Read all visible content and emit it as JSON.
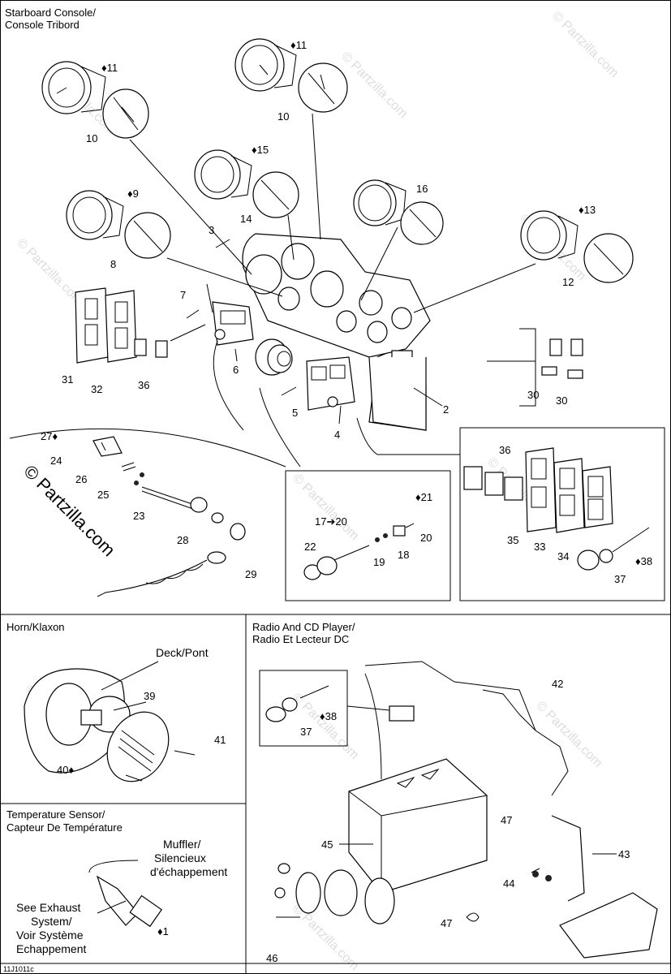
{
  "panels": {
    "starboard_console": [
      "Starboard Console/",
      "Console Tribord"
    ],
    "horn": "Horn/Klaxon",
    "radio": [
      "Radio And CD Player/",
      "Radio Et Lecteur DC"
    ],
    "temperature": [
      "Temperature Sensor/",
      "Capteur De Température"
    ]
  },
  "annotations": {
    "deck": "Deck/Pont",
    "muffler": [
      "Muffler/",
      "Silencieux",
      "d'échappement"
    ],
    "exhaust": [
      "See Exhaust",
      "System/",
      "Voir Système",
      "Echappement"
    ]
  },
  "watermark": "© Partzilla.com",
  "diagram_code": "11J1011c",
  "callouts": [
    {
      "id": "c10a",
      "text": "10"
    },
    {
      "id": "c11a",
      "text": "11"
    },
    {
      "id": "c10b",
      "text": "10"
    },
    {
      "id": "c11b",
      "text": "11"
    },
    {
      "id": "c15",
      "text": "15"
    },
    {
      "id": "c14",
      "text": "14"
    },
    {
      "id": "c9",
      "text": "9"
    },
    {
      "id": "c8",
      "text": "8"
    },
    {
      "id": "c16",
      "text": "16"
    },
    {
      "id": "c13",
      "text": "13"
    },
    {
      "id": "c12",
      "text": "12"
    },
    {
      "id": "c3",
      "text": "3"
    },
    {
      "id": "c7",
      "text": "7"
    },
    {
      "id": "c6",
      "text": "6"
    },
    {
      "id": "c5",
      "text": "5"
    },
    {
      "id": "c4",
      "text": "4"
    },
    {
      "id": "c2",
      "text": "2"
    },
    {
      "id": "c31",
      "text": "31"
    },
    {
      "id": "c32",
      "text": "32"
    },
    {
      "id": "c36a",
      "text": "36"
    },
    {
      "id": "c30a",
      "text": "30"
    },
    {
      "id": "c30b",
      "text": "30"
    },
    {
      "id": "c27",
      "text": "27"
    },
    {
      "id": "c24",
      "text": "24"
    },
    {
      "id": "c26",
      "text": "26"
    },
    {
      "id": "c25",
      "text": "25"
    },
    {
      "id": "c23",
      "text": "23"
    },
    {
      "id": "c28",
      "text": "28"
    },
    {
      "id": "c29",
      "text": "29"
    },
    {
      "id": "c21",
      "text": "21"
    },
    {
      "id": "c17",
      "text": "17"
    },
    {
      "id": "c20a",
      "text": "20"
    },
    {
      "id": "c20b",
      "text": "20"
    },
    {
      "id": "c22",
      "text": "22"
    },
    {
      "id": "c19",
      "text": "19"
    },
    {
      "id": "c18",
      "text": "18"
    },
    {
      "id": "c36b",
      "text": "36"
    },
    {
      "id": "c35",
      "text": "35"
    },
    {
      "id": "c33",
      "text": "33"
    },
    {
      "id": "c34",
      "text": "34"
    },
    {
      "id": "c38a",
      "text": "38"
    },
    {
      "id": "c37a",
      "text": "37"
    },
    {
      "id": "c39",
      "text": "39"
    },
    {
      "id": "c41",
      "text": "41"
    },
    {
      "id": "c40",
      "text": "40"
    },
    {
      "id": "c42",
      "text": "42"
    },
    {
      "id": "c38b",
      "text": "38"
    },
    {
      "id": "c37b",
      "text": "37"
    },
    {
      "id": "c47a",
      "text": "47"
    },
    {
      "id": "c45",
      "text": "45"
    },
    {
      "id": "c43",
      "text": "43"
    },
    {
      "id": "c44",
      "text": "44"
    },
    {
      "id": "c47b",
      "text": "47"
    },
    {
      "id": "c46",
      "text": "46"
    },
    {
      "id": "c1",
      "text": "1"
    }
  ]
}
